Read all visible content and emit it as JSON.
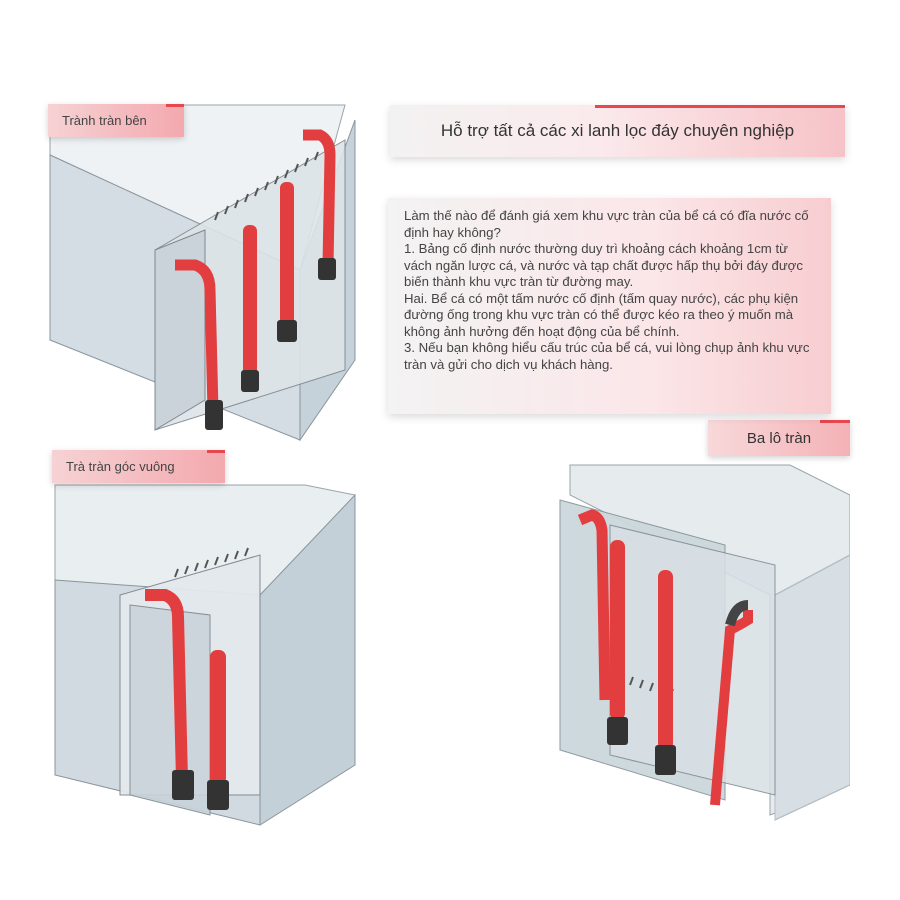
{
  "labels": {
    "top_left": "Trành tràn bên",
    "bottom_left": "Trà tràn góc vuông",
    "right_backpack": "Ba lô tràn"
  },
  "header": {
    "title": "Hỗ trợ tất cả các xi lanh lọc đáy chuyên nghiệp"
  },
  "info": {
    "lines": [
      "Làm thế nào để đánh giá xem khu vực tràn của bể cá có đĩa nước cố định hay không?",
      "1. Bảng cố định nước thường duy trì khoảng cách khoảng 1cm từ vách ngăn lược cá, và nước và tạp chất được hấp thụ bởi đáy được biến thành khu vực tràn từ đường may.",
      "Hai. Bể cá có một tấm nước cố định (tấm quay nước), các phụ kiện đường ống trong khu vực tràn có thể được kéo ra theo ý muốn mà không ảnh hưởng đến hoạt động của bể chính.",
      "3. Nếu bạn không hiểu cấu trúc của bể cá, vui lòng chụp ảnh khu vực tràn và gửi cho dịch vụ khách hàng."
    ]
  },
  "colors": {
    "pipe_red": "#e23d3f",
    "glass": "#cfd8de",
    "accent": "#e8474f"
  },
  "icons": [
    "side-overflow-tank-illustration",
    "corner-overflow-tank-illustration",
    "backpack-overflow-tank-illustration"
  ]
}
